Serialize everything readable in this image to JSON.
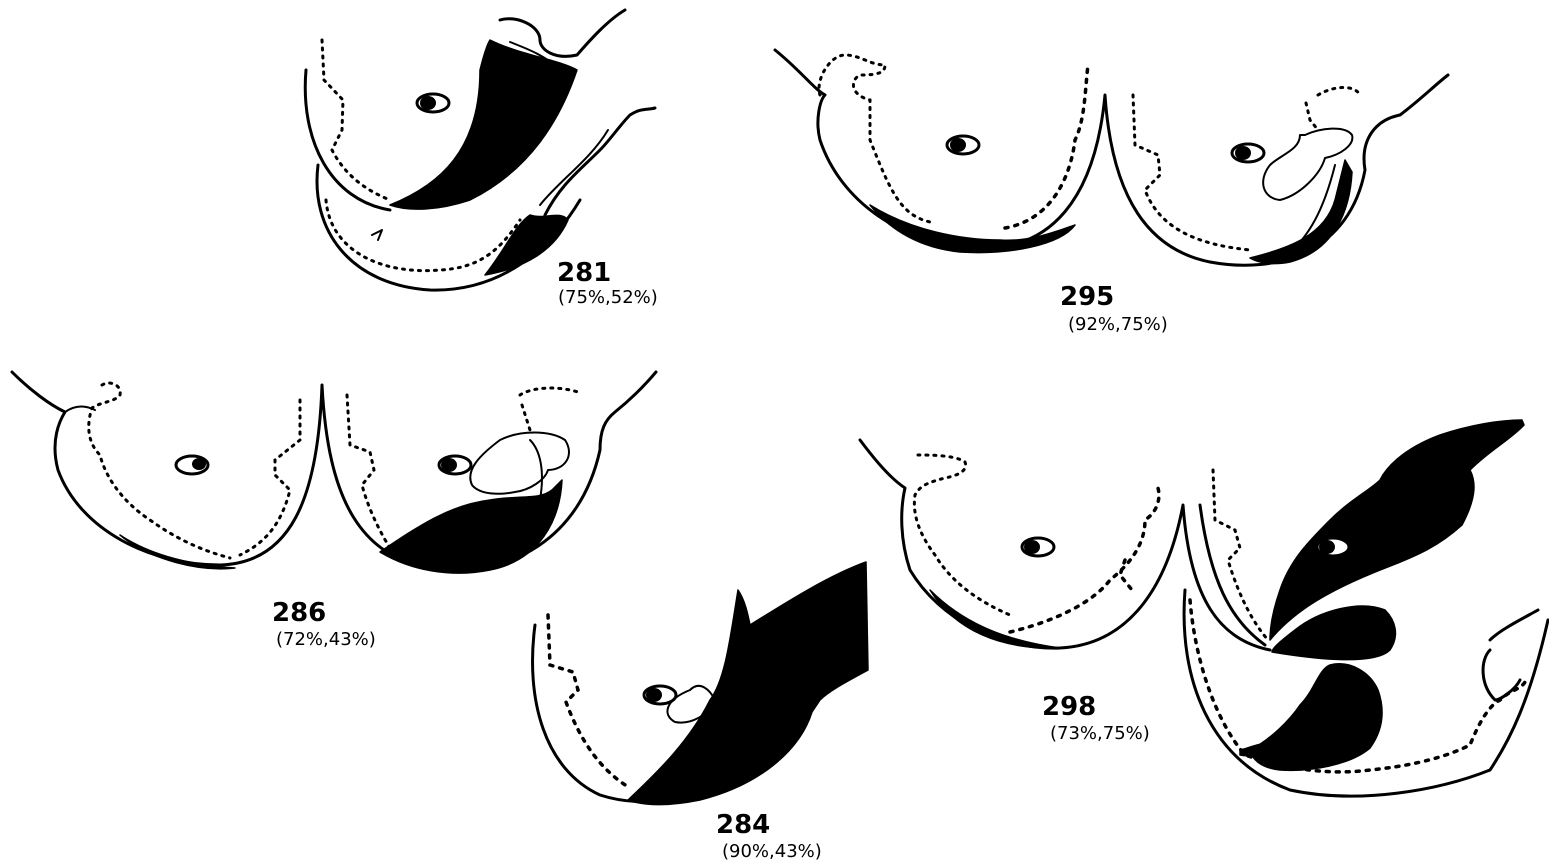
{
  "specimens": [
    {
      "id": "281",
      "percentages": "(75%,52%)"
    },
    {
      "id": "295",
      "percentages": "(92%,75%)"
    },
    {
      "id": "286",
      "percentages": "(72%,43%)"
    },
    {
      "id": "284",
      "percentages": "(90%,43%)"
    },
    {
      "id": "298",
      "percentages": "(73%,75%)"
    }
  ]
}
